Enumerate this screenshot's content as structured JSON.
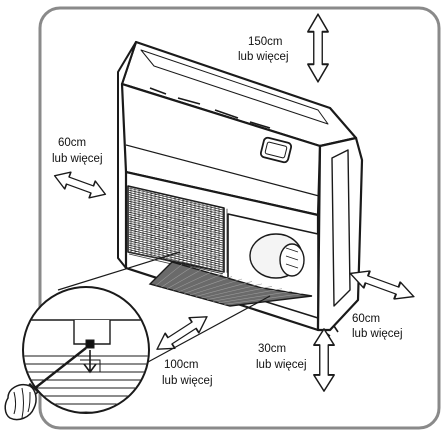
{
  "clearances": {
    "top": {
      "distance": "150cm",
      "qualifier": "lub więcej"
    },
    "left": {
      "distance": "60cm",
      "qualifier": "lub więcej"
    },
    "right": {
      "distance": "60cm",
      "qualifier": "lub więcej"
    },
    "front": {
      "distance": "100cm",
      "qualifier": "lub więcej"
    },
    "bottom": {
      "distance": "30cm",
      "qualifier": "lub więcej"
    }
  },
  "colors": {
    "frame": "#8a8a8a",
    "line": "#1a1a1a",
    "arrow_fill": "#ffffff",
    "filter_shade": "#6a6a6a"
  }
}
